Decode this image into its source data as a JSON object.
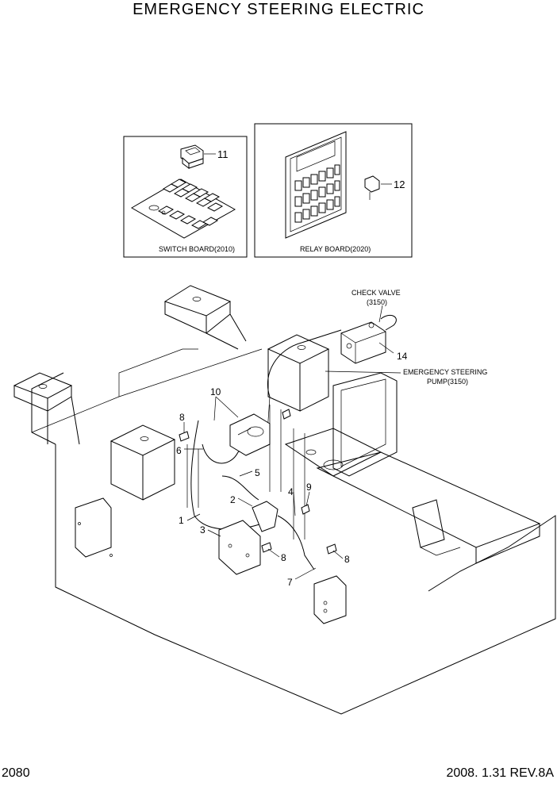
{
  "title": "EMERGENCY STEERING ELECTRIC",
  "insets": {
    "switch_board": {
      "caption": "SWITCH BOARD(2010)",
      "callout": "11"
    },
    "relay_board": {
      "caption": "RELAY BOARD(2020)",
      "callout": "12"
    }
  },
  "labels": {
    "check_valve": "CHECK VALVE",
    "check_valve_code": "(3150)",
    "pump_line1": "EMERGENCY STEERING",
    "pump_line2": "PUMP(3150)"
  },
  "callouts": {
    "c14": "14",
    "c10": "10",
    "c8a": "8",
    "c6": "6",
    "c5": "5",
    "c9": "9",
    "c4": "4",
    "c2": "2",
    "c1": "1",
    "c3": "3",
    "c8b": "8",
    "c8c": "8",
    "c7": "7"
  },
  "footer": {
    "page_number": "2080",
    "date_rev": "2008. 1.31  REV.8A"
  }
}
